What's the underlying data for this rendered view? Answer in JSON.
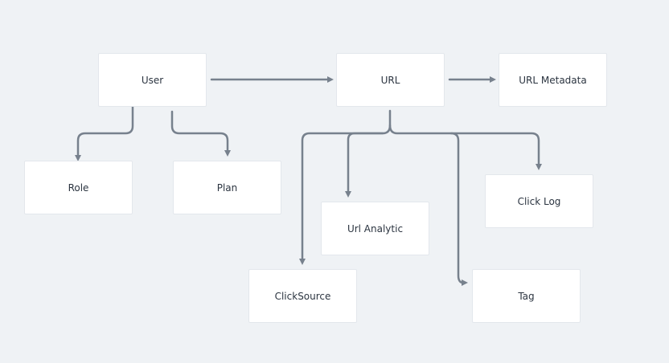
{
  "diagram": {
    "style": {
      "background": "#eff2f5",
      "node_fill": "#ffffff",
      "edge_color": "#77818d",
      "text_color": "#2b3440"
    },
    "nodes": {
      "user": "User",
      "url": "URL",
      "url_metadata": "URL Metadata",
      "role": "Role",
      "plan": "Plan",
      "url_analytic": "Url Analytic",
      "click_log": "Click Log",
      "click_source": "ClickSource",
      "tag": "Tag"
    },
    "edges": [
      {
        "from": "User",
        "to": "URL"
      },
      {
        "from": "URL",
        "to": "URL Metadata"
      },
      {
        "from": "User",
        "to": "Role"
      },
      {
        "from": "User",
        "to": "Plan"
      },
      {
        "from": "URL",
        "to": "ClickSource"
      },
      {
        "from": "URL",
        "to": "Url Analytic"
      },
      {
        "from": "URL",
        "to": "Tag"
      },
      {
        "from": "URL",
        "to": "Click Log"
      }
    ]
  }
}
